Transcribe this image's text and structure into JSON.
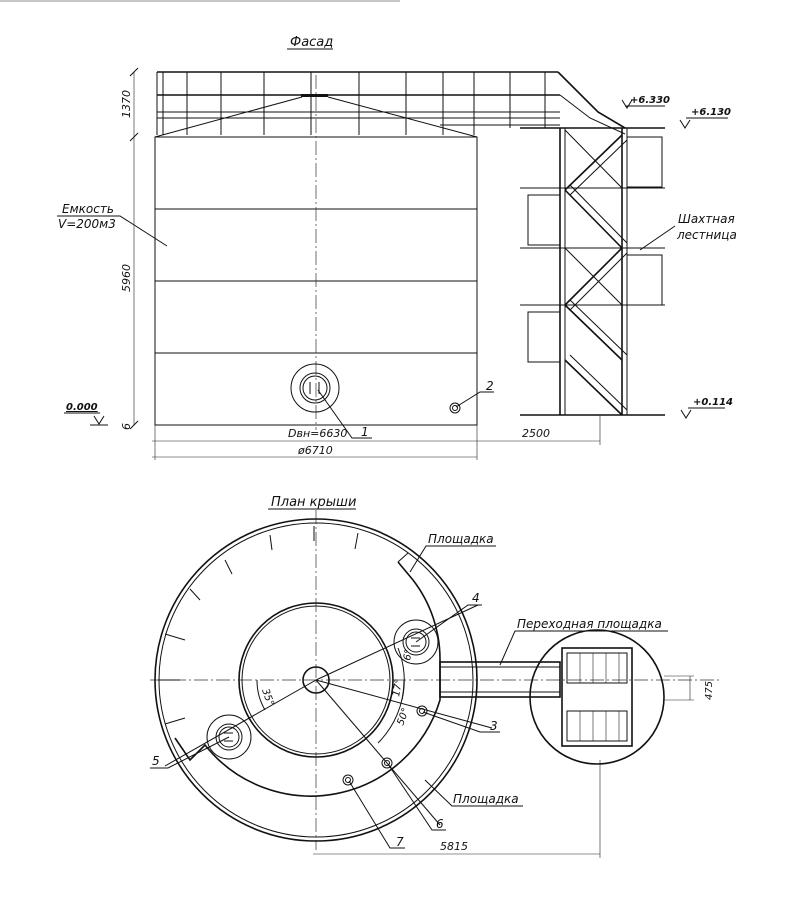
{
  "facade": {
    "title": "Фасад",
    "tank_label_line1": "Емкость",
    "tank_label_line2": "V=200м3",
    "ladder_label_line1": "Шахтная",
    "ladder_label_line2": "лестница",
    "dim_height_top": "1370",
    "dim_height_body": "5960",
    "dim_height_base": "6",
    "dim_inner_diameter": "Dвн=6630",
    "dim_outer_diameter": "ø6710",
    "dim_ladder_offset": "2500",
    "level_ground": "0.000",
    "level_top_rail": "+6.330",
    "level_roof": "+6.130",
    "level_bottom": "+0.114",
    "callout_1": "1",
    "callout_2": "2"
  },
  "plan": {
    "title": "План крыши",
    "platform_label_top": "Площадка",
    "platform_label_bottom": "Площадка",
    "walkway_label": "Переходная площадка",
    "angle_35": "35°",
    "angle_17": "17°",
    "angle_50": "50°",
    "angle_6": "6°",
    "dim_5815": "5815",
    "dim_475": "475",
    "callout_3": "3",
    "callout_4": "4",
    "callout_5": "5",
    "callout_6": "6",
    "callout_7": "7"
  }
}
